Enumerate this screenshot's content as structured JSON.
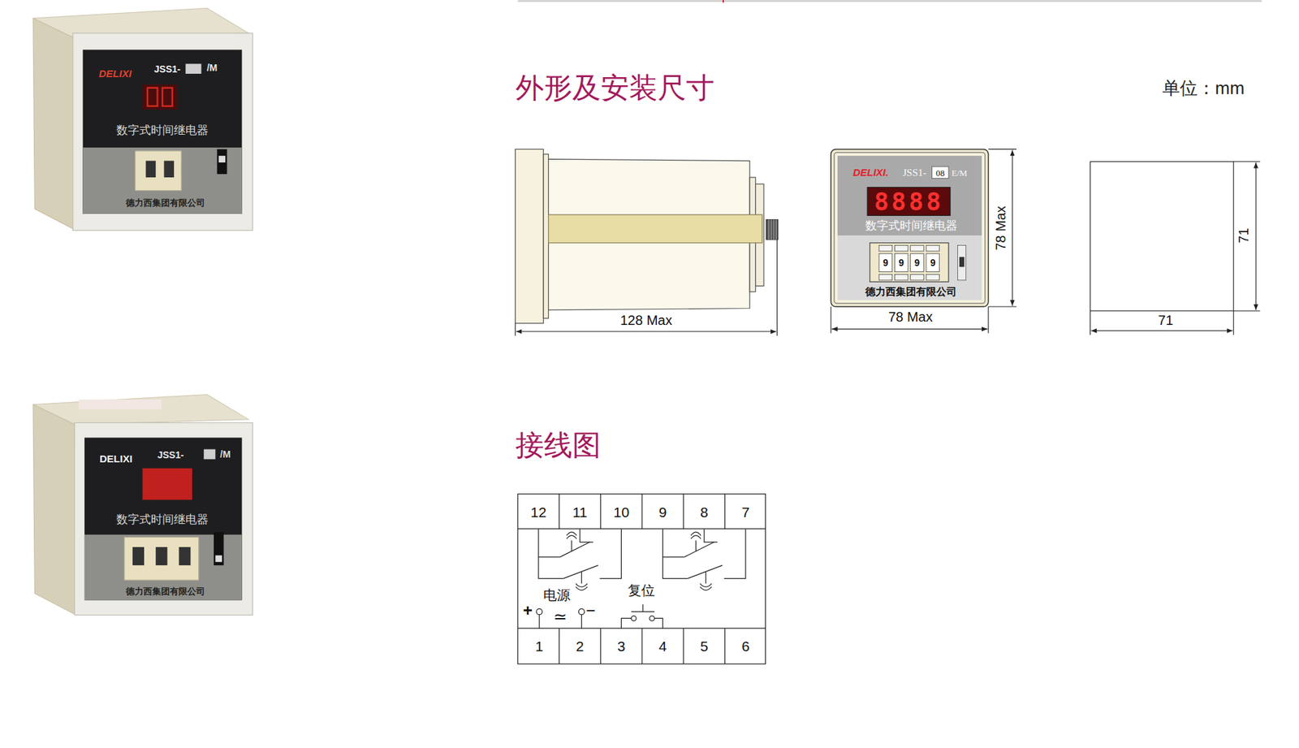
{
  "diagram": {
    "labels": [
      "DELIXI",
      "JSS1-",
      "/M",
      "数字式时间继电器",
      "德力西集团有限公司",
      "DELIXI",
      "JSS1-",
      "/M",
      "数字式时间继电器",
      "德力西集团有限公司",
      "外形及安装尺寸",
      "单位：mm",
      "128 Max",
      "DELIXI.",
      "JSS1-",
      "08",
      "E/M",
      "8888",
      "数字式时间继电器",
      "9",
      "9",
      "9",
      "9",
      "德力西集团有限公司",
      "78 Max",
      "78 Max",
      "71",
      "71",
      "接线图",
      "12",
      "11",
      "10",
      "9",
      "8",
      "7",
      "电源",
      "+",
      "≃",
      "−",
      "复位",
      "1",
      "2",
      "3",
      "4",
      "5",
      "6"
    ]
  }
}
